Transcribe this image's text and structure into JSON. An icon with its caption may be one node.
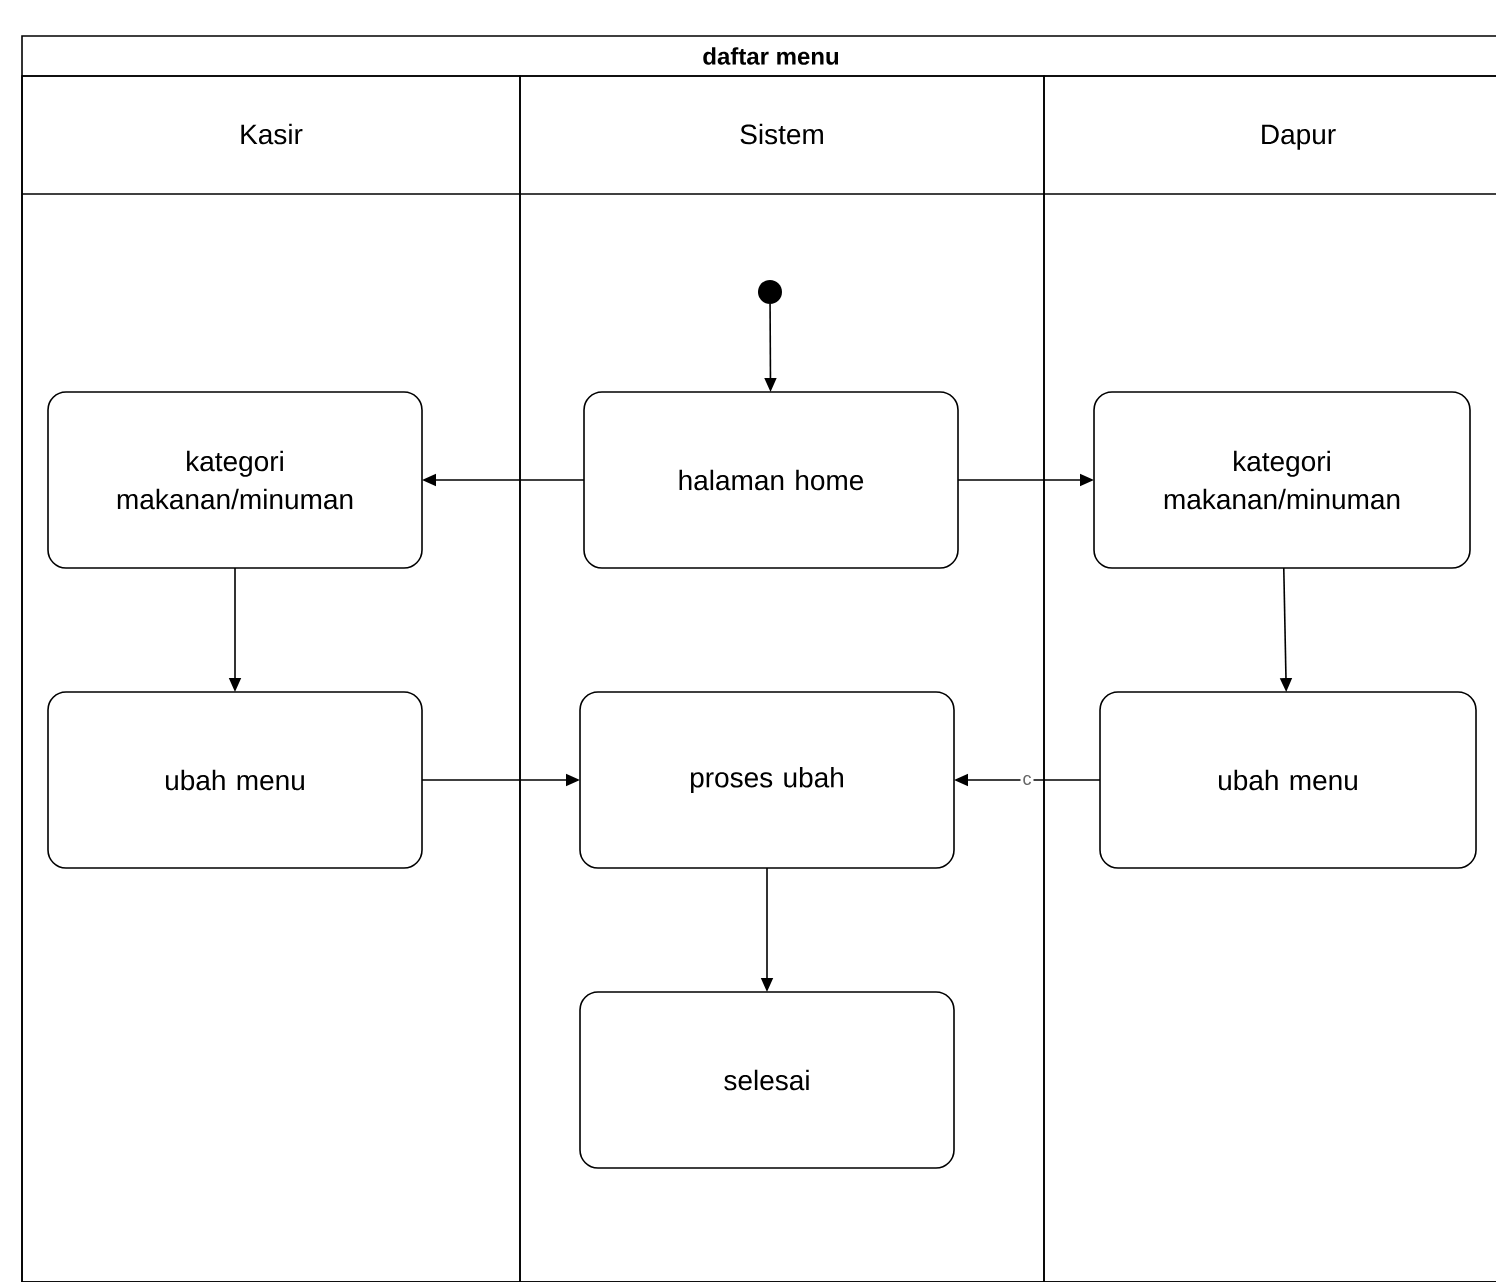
{
  "diagram": {
    "nodes": [
      {
        "text": [
          "daftar menu"
        ]
      },
      {
        "text": [
          "Kasir"
        ],
        "in": 0
      },
      {
        "text": [
          "Sistem"
        ],
        "in": 0
      },
      {
        "text": [
          "Dapur"
        ],
        "in": 0
      },
      {
        "text": [],
        "shape": "circle",
        "in": 2
      },
      {
        "text": [
          "kategori makanan/minuman"
        ],
        "in": 1
      },
      {
        "text": [
          "halaman home"
        ],
        "in": 2
      },
      {
        "text": [
          "kategori makanan/minuman"
        ],
        "in": 3
      },
      {
        "text": [
          "ubah menu"
        ],
        "in": 1
      },
      {
        "text": [
          "proses ubah"
        ],
        "in": 2
      },
      {
        "text": [
          "ubah menu"
        ],
        "in": 3
      },
      {
        "text": [
          "selesai"
        ],
        "in": 2
      }
    ],
    "edges": [
      {
        "from": 4,
        "to": 6,
        "arrow": "to"
      },
      {
        "from": 6,
        "to": 5,
        "arrow": "to"
      },
      {
        "from": 6,
        "to": 7,
        "arrow": "to"
      },
      {
        "from": 5,
        "to": 8,
        "arrow": "to"
      },
      {
        "from": 7,
        "to": 10,
        "arrow": "to"
      },
      {
        "from": 8,
        "to": 9,
        "arrow": "to"
      },
      {
        "from": 10,
        "to": 9,
        "arrow": "to",
        "label": "c"
      },
      {
        "from": 9,
        "to": 11,
        "arrow": "to"
      }
    ]
  }
}
